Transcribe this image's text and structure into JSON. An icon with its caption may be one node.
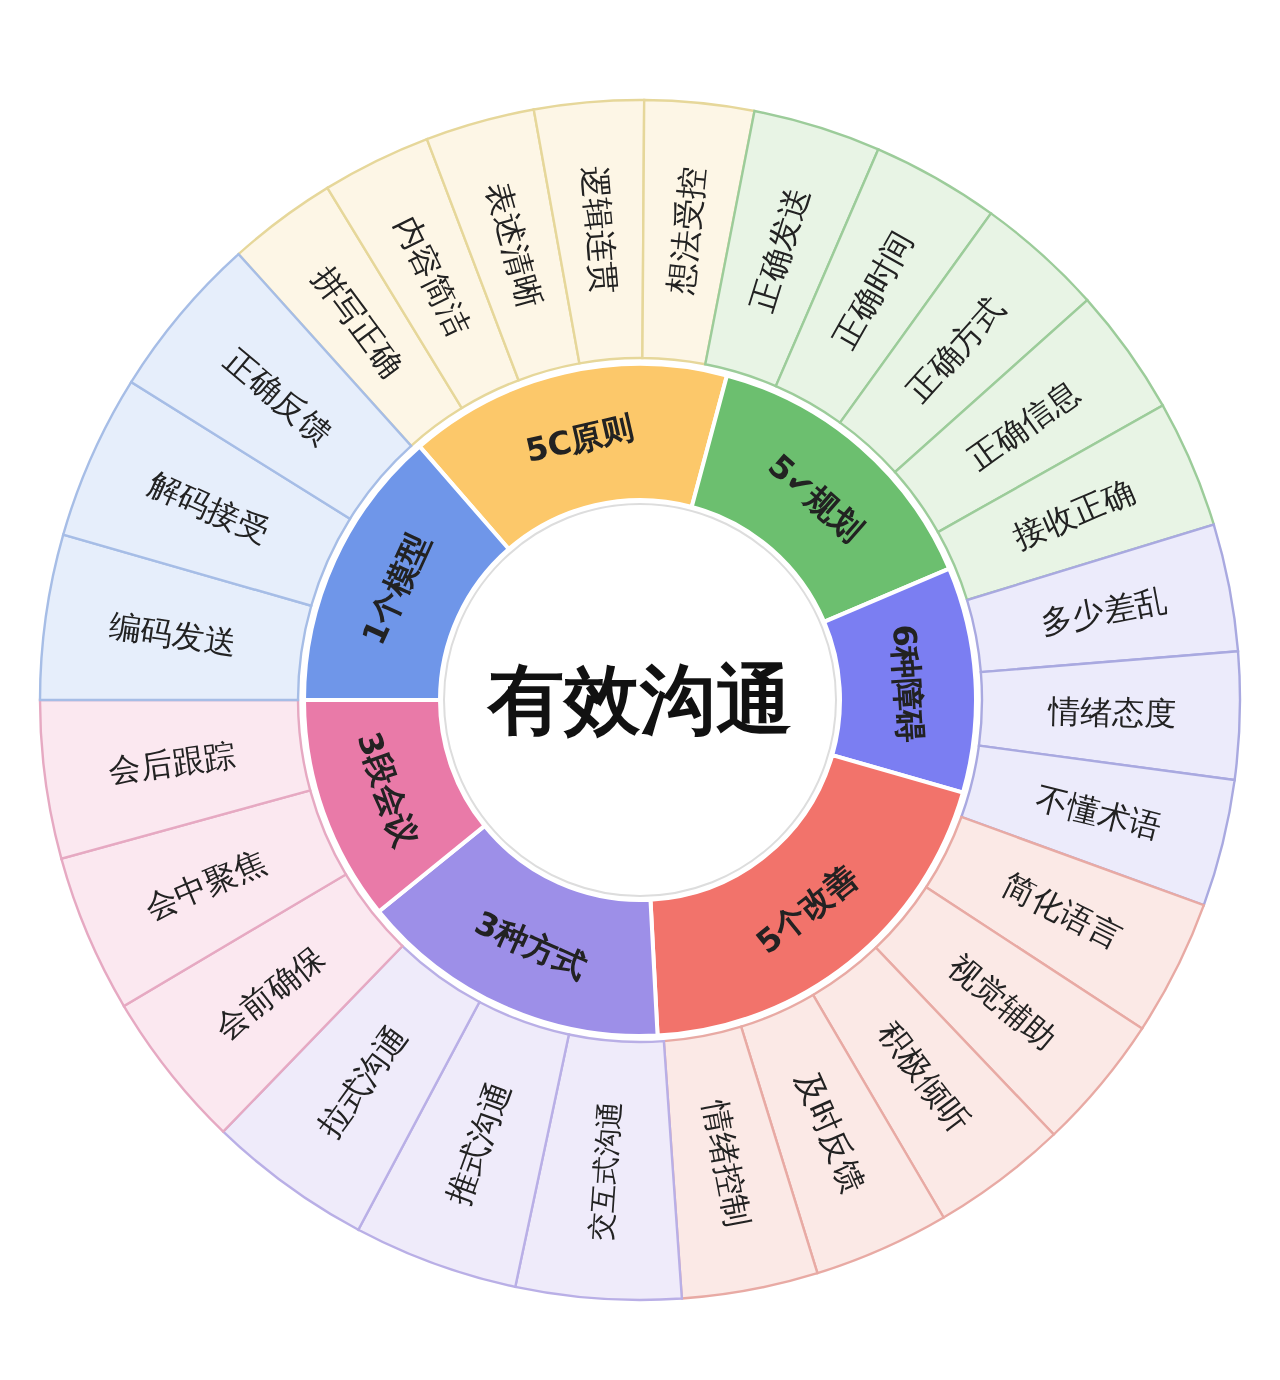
{
  "diagram": {
    "nodes": [
      {
        "text": [
          "有效沟通"
        ]
      },
      {
        "text": [
          "5C原则"
        ]
      },
      {
        "text": [
          "5✔规划"
        ]
      },
      {
        "text": [
          "6种障碍"
        ]
      },
      {
        "text": [
          "5个改善"
        ]
      },
      {
        "text": [
          "3种方式"
        ]
      },
      {
        "text": [
          "3段会议"
        ]
      },
      {
        "text": [
          "1个模型"
        ]
      },
      {
        "text": [
          "拼写正确"
        ]
      },
      {
        "text": [
          "内容简洁"
        ]
      },
      {
        "text": [
          "表述清晰"
        ]
      },
      {
        "text": [
          "逻辑连贯"
        ]
      },
      {
        "text": [
          "想法受控"
        ]
      },
      {
        "text": [
          "正确发送"
        ]
      },
      {
        "text": [
          "正确时间"
        ]
      },
      {
        "text": [
          "正确方式"
        ]
      },
      {
        "text": [
          "正确信息"
        ]
      },
      {
        "text": [
          "接收正确"
        ]
      },
      {
        "text": [
          "多少差乱"
        ]
      },
      {
        "text": [
          "情绪态度"
        ]
      },
      {
        "text": [
          "不懂术语"
        ]
      },
      {
        "text": [
          "简化语言"
        ]
      },
      {
        "text": [
          "视觉辅助"
        ]
      },
      {
        "text": [
          "积极倾听"
        ]
      },
      {
        "text": [
          "及时反馈"
        ]
      },
      {
        "text": [
          "情绪控制"
        ]
      },
      {
        "text": [
          "交互式沟通"
        ]
      },
      {
        "text": [
          "推式沟通"
        ]
      },
      {
        "text": [
          "拉式沟通"
        ]
      },
      {
        "text": [
          "会前确保"
        ]
      },
      {
        "text": [
          "会中聚焦"
        ]
      },
      {
        "text": [
          "会后跟踪"
        ]
      },
      {
        "text": [
          "编码发送"
        ]
      },
      {
        "text": [
          "解码接受"
        ]
      },
      {
        "text": [
          "正确反馈"
        ]
      }
    ]
  }
}
